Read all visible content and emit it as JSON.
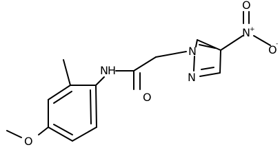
{
  "molecule": {
    "atoms": {
      "nitrogen_amide": "N",
      "hydrogen_amide": "H",
      "oxygen_carbonyl": "O",
      "nitrogen_pyrazole_1": "N",
      "nitrogen_pyrazole_2": "N",
      "nitrogen_nitro": "N",
      "nitro_cation": "+",
      "oxygen_nitro_top": "O",
      "oxygen_nitro_right": "O",
      "nitro_anion": "-",
      "oxygen_methoxy": "O"
    }
  }
}
